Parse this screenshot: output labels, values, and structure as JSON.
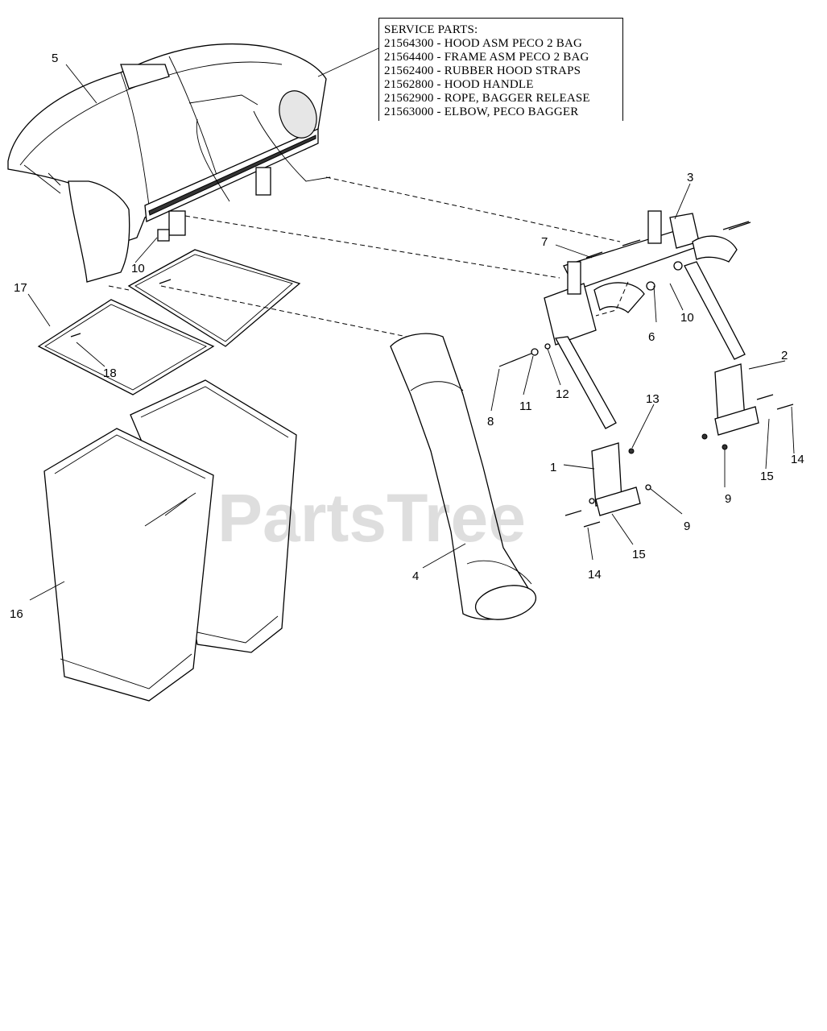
{
  "service_parts": {
    "heading": "SERVICE PARTS:",
    "items": [
      "21564300 - HOOD ASM PECO 2 BAG",
      "21564400 - FRAME ASM PECO 2 BAG",
      "21562400 - RUBBER HOOD STRAPS",
      "21562800 - HOOD HANDLE",
      "21562900 - ROPE, BAGGER RELEASE",
      "21563000 - ELBOW, PECO BAGGER"
    ]
  },
  "callouts": {
    "c1": "1",
    "c2": "2",
    "c3": "3",
    "c4": "4",
    "c5": "5",
    "c6": "6",
    "c7": "7",
    "c8": "8",
    "c9a": "9",
    "c9b": "9",
    "c10a": "10",
    "c10b": "10",
    "c11": "11",
    "c12": "12",
    "c13": "13",
    "c14a": "14",
    "c14b": "14",
    "c15a": "15",
    "c15b": "15",
    "c16": "16",
    "c17": "17",
    "c18": "18"
  },
  "watermark": "PartsTree",
  "icons": {
    "watermark_logo": "partstree-watermark"
  }
}
